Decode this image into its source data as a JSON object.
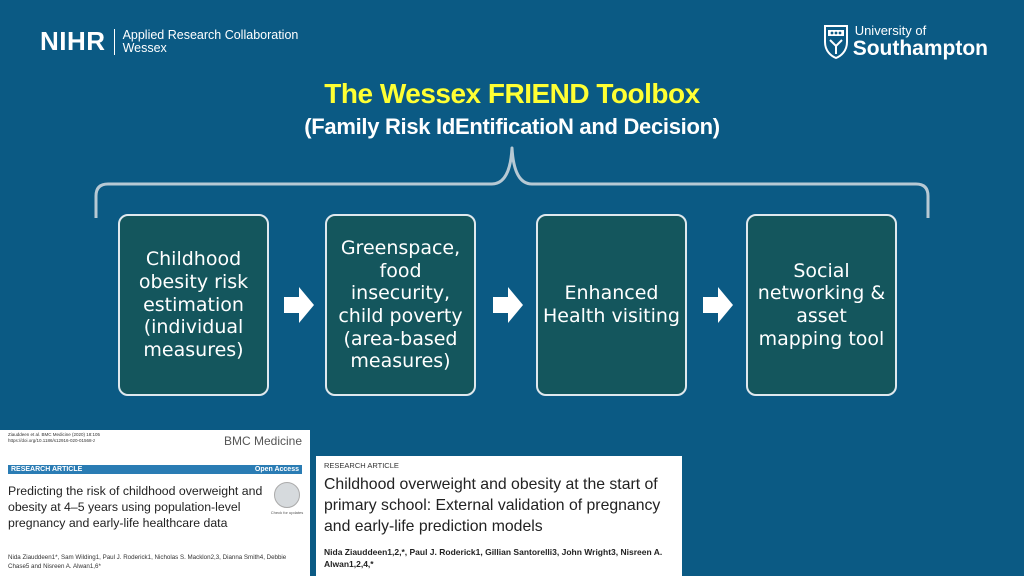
{
  "header": {
    "nihr_logo": "NIHR",
    "nihr_sub_line1": "Applied Research Collaboration",
    "nihr_sub_line2": "Wessex",
    "university_line1": "University of",
    "university_line2": "Southampton"
  },
  "title": "The Wessex FRIEND Toolbox",
  "subtitle": "(Family Risk IdEntificatioN and Decision)",
  "steps": [
    {
      "label": "Childhood obesity risk estimation (individual measures)"
    },
    {
      "label": "Greenspace, food insecurity, child poverty (area-based measures)"
    },
    {
      "label": "Enhanced Health visiting"
    },
    {
      "label": "Social networking & asset mapping tool"
    }
  ],
  "paper1": {
    "citation": "Ziauddeen et al. BMC Medicine    (2020) 18:105",
    "doi": "https://doi.org/10.1186/s12916-020-01568-z",
    "journal": "BMC Medicine",
    "article_type": "RESEARCH ARTICLE",
    "access": "Open Access",
    "title": "Predicting the risk of childhood overweight and obesity at 4–5 years using population-level pregnancy and early-life healthcare data",
    "check_updates": "Check for updates",
    "authors": "Nida Ziauddeen1*, Sam Wilding1, Paul J. Roderick1, Nicholas S. Macklon2,3, Dianna Smith4, Debbie Chase5 and Nisreen A. Alwan1,6*"
  },
  "paper2": {
    "article_type": "RESEARCH ARTICLE",
    "title": "Childhood overweight and obesity at the start of primary school: External validation of pregnancy and early-life prediction models",
    "authors": "Nida Ziauddeen1,2,*, Paul J. Roderick1, Gillian Santorelli3, John Wright3, Nisreen A. Alwan1,2,4,*"
  },
  "colors": {
    "background": "#0b5a84",
    "box_fill": "#14565d",
    "title": "#ffff33",
    "arrow": "#ffffff"
  }
}
